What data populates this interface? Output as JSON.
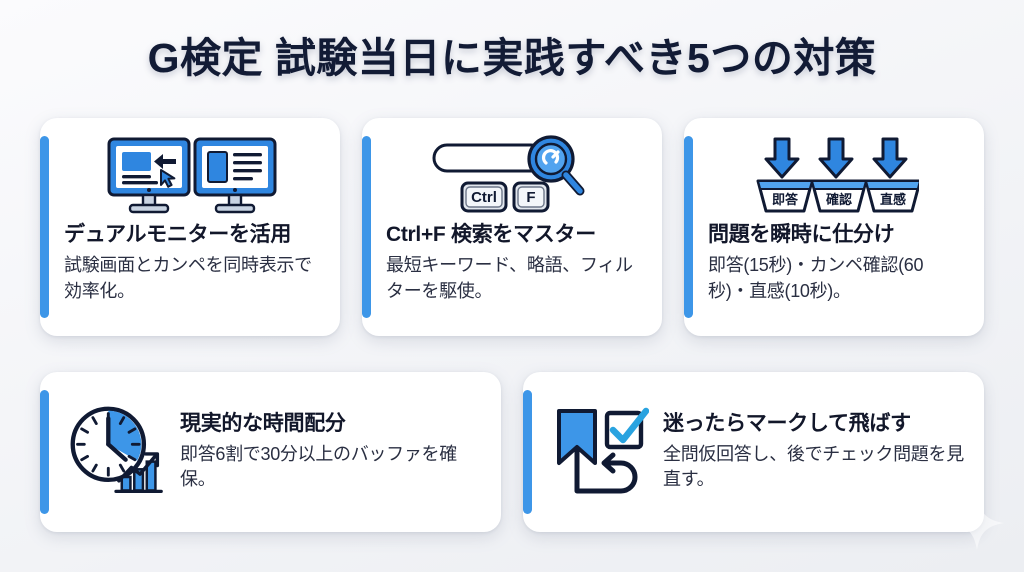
{
  "title": "G検定 試験当日に実践すべき5つの対策",
  "colors": {
    "accent_blue": "#3d96e8",
    "icon_blue": "#2f86e0",
    "icon_dark": "#101a33",
    "title_navy": "#121b35",
    "card_bg": "#ffffff"
  },
  "cards_top": [
    {
      "icon": "dual-monitor-icon",
      "heading": "デュアルモニターを活用",
      "body": "試験画面とカンペを同時表示で効率化。"
    },
    {
      "icon": "search-ctrl-f-icon",
      "heading": "Ctrl+F 検索をマスター",
      "body": "最短キーワード、略語、フィルターを駆使。"
    },
    {
      "icon": "sorting-bins-icon",
      "heading": "問題を瞬時に仕分け",
      "body": "即答(15秒)・カンペ確認(60秒)・直感(10秒)。",
      "bin_labels": [
        "即答",
        "確認",
        "直感"
      ]
    }
  ],
  "cards_bottom": [
    {
      "icon": "clock-chart-icon",
      "heading": "現実的な時間配分",
      "body": "即答6割で30分以上のバッファを確保。"
    },
    {
      "icon": "bookmark-check-return-icon",
      "heading": "迷ったらマークして飛ばす",
      "body": "全問仮回答し、後でチェック問題を見直す。"
    }
  ]
}
